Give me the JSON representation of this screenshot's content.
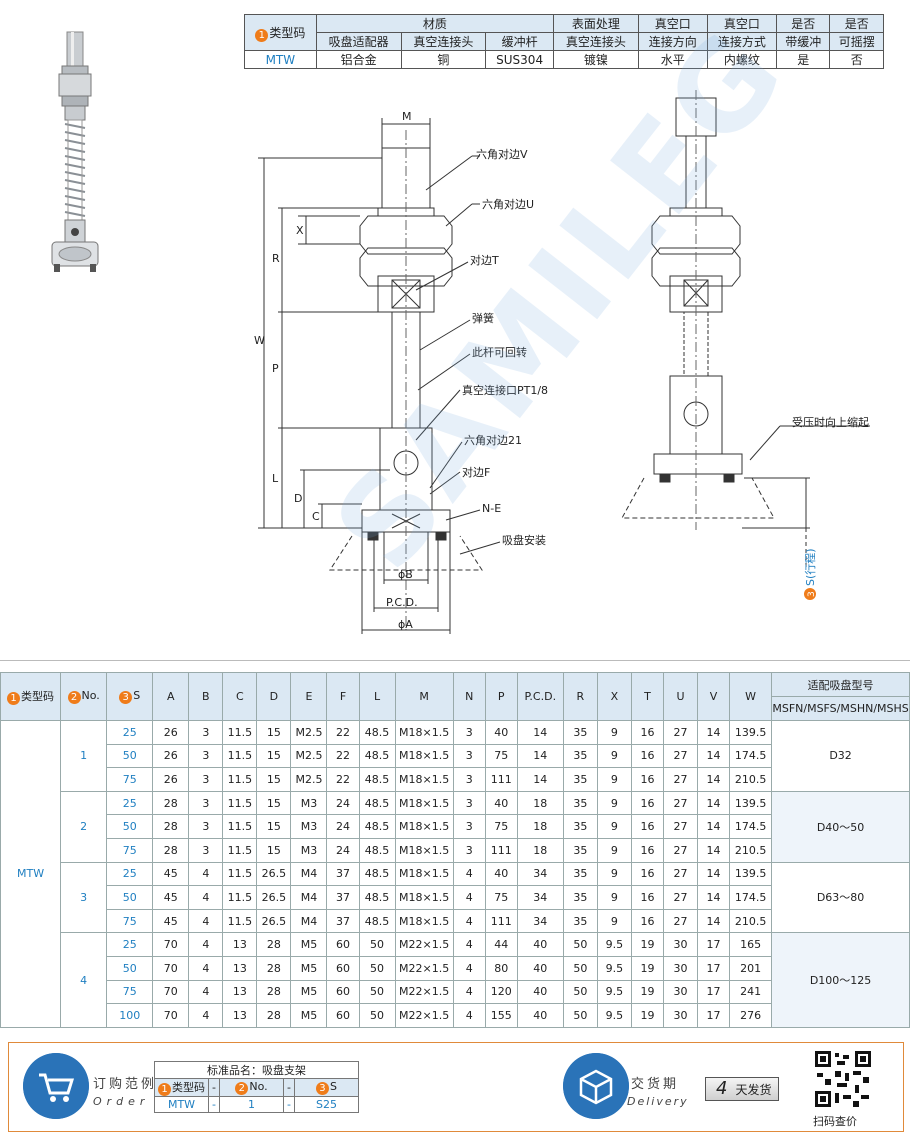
{
  "spec_table": {
    "header_row1": [
      "类型码",
      "材质",
      "表面处理",
      "真空口",
      "真空口",
      "是否",
      "是否"
    ],
    "header_row2": [
      "吸盘适配器",
      "真空连接头",
      "缓冲杆",
      "真空连接头",
      "连接方向",
      "连接方式",
      "带缓冲",
      "可摇摆"
    ],
    "badge": "1",
    "values": [
      "MTW",
      "铝合金",
      "铜",
      "SUS304",
      "镀镍",
      "水平",
      "内螺纹",
      "是",
      "否"
    ]
  },
  "drawing": {
    "labels": {
      "M": "M",
      "X": "X",
      "R": "R",
      "W": "W",
      "P": "P",
      "L": "L",
      "D": "D",
      "C": "C",
      "hexV": "六角对边V",
      "hexU": "六角对边U",
      "sideT": "对边T",
      "spring": "弹簧",
      "rotate": "此杆可回转",
      "vacuum": "真空连接口PT1/8",
      "hex21": "六角对边21",
      "sideF": "对边F",
      "NE": "N-E",
      "cup": "吸盘安装",
      "phiB": "ϕB",
      "pcd": "P.C.D.",
      "phiA": "ϕA",
      "shrink": "受压时向上缩起",
      "stroke_badge": "3",
      "stroke": "S(行程)"
    }
  },
  "data_table": {
    "headers": [
      "类型码",
      "No.",
      "S",
      "A",
      "B",
      "C",
      "D",
      "E",
      "F",
      "L",
      "M",
      "N",
      "P",
      "P.C.D.",
      "R",
      "X",
      "T",
      "U",
      "V",
      "W"
    ],
    "header_badges": [
      "1",
      "2",
      "3"
    ],
    "adapt_header_1": "适配吸盘型号",
    "adapt_header_2": "MSFN/MSFS/MSHN/MSHS",
    "type": "MTW",
    "groups": [
      {
        "no": "1",
        "adapt": "D32",
        "rows": [
          [
            "25",
            "26",
            "3",
            "11.5",
            "15",
            "M2.5",
            "22",
            "48.5",
            "M18×1.5",
            "3",
            "40",
            "14",
            "35",
            "9",
            "16",
            "27",
            "14",
            "139.5"
          ],
          [
            "50",
            "26",
            "3",
            "11.5",
            "15",
            "M2.5",
            "22",
            "48.5",
            "M18×1.5",
            "3",
            "75",
            "14",
            "35",
            "9",
            "16",
            "27",
            "14",
            "174.5"
          ],
          [
            "75",
            "26",
            "3",
            "11.5",
            "15",
            "M2.5",
            "22",
            "48.5",
            "M18×1.5",
            "3",
            "111",
            "14",
            "35",
            "9",
            "16",
            "27",
            "14",
            "210.5"
          ]
        ]
      },
      {
        "no": "2",
        "adapt": "D40～50",
        "rows": [
          [
            "25",
            "28",
            "3",
            "11.5",
            "15",
            "M3",
            "24",
            "48.5",
            "M18×1.5",
            "3",
            "40",
            "18",
            "35",
            "9",
            "16",
            "27",
            "14",
            "139.5"
          ],
          [
            "50",
            "28",
            "3",
            "11.5",
            "15",
            "M3",
            "24",
            "48.5",
            "M18×1.5",
            "3",
            "75",
            "18",
            "35",
            "9",
            "16",
            "27",
            "14",
            "174.5"
          ],
          [
            "75",
            "28",
            "3",
            "11.5",
            "15",
            "M3",
            "24",
            "48.5",
            "M18×1.5",
            "3",
            "111",
            "18",
            "35",
            "9",
            "16",
            "27",
            "14",
            "210.5"
          ]
        ]
      },
      {
        "no": "3",
        "adapt": "D63～80",
        "rows": [
          [
            "25",
            "45",
            "4",
            "11.5",
            "26.5",
            "M4",
            "37",
            "48.5",
            "M18×1.5",
            "4",
            "40",
            "34",
            "35",
            "9",
            "16",
            "27",
            "14",
            "139.5"
          ],
          [
            "50",
            "45",
            "4",
            "11.5",
            "26.5",
            "M4",
            "37",
            "48.5",
            "M18×1.5",
            "4",
            "75",
            "34",
            "35",
            "9",
            "16",
            "27",
            "14",
            "174.5"
          ],
          [
            "75",
            "45",
            "4",
            "11.5",
            "26.5",
            "M4",
            "37",
            "48.5",
            "M18×1.5",
            "4",
            "111",
            "34",
            "35",
            "9",
            "16",
            "27",
            "14",
            "210.5"
          ]
        ]
      },
      {
        "no": "4",
        "adapt": "D100～125",
        "rows": [
          [
            "25",
            "70",
            "4",
            "13",
            "28",
            "M5",
            "60",
            "50",
            "M22×1.5",
            "4",
            "44",
            "40",
            "50",
            "9.5",
            "19",
            "30",
            "17",
            "165"
          ],
          [
            "50",
            "70",
            "4",
            "13",
            "28",
            "M5",
            "60",
            "50",
            "M22×1.5",
            "4",
            "80",
            "40",
            "50",
            "9.5",
            "19",
            "30",
            "17",
            "201"
          ],
          [
            "75",
            "70",
            "4",
            "13",
            "28",
            "M5",
            "60",
            "50",
            "M22×1.5",
            "4",
            "120",
            "40",
            "50",
            "9.5",
            "19",
            "30",
            "17",
            "241"
          ],
          [
            "100",
            "70",
            "4",
            "13",
            "28",
            "M5",
            "60",
            "50",
            "M22×1.5",
            "4",
            "155",
            "40",
            "50",
            "9.5",
            "19",
            "30",
            "17",
            "276"
          ]
        ]
      }
    ]
  },
  "footer": {
    "order_cn": "订购范例",
    "order_en": "Order",
    "std_name": "标准品名：吸盘支架",
    "order_headers": [
      "类型码",
      "-",
      "No.",
      "-",
      "S"
    ],
    "order_badges": [
      "1",
      "2",
      "3"
    ],
    "order_values": [
      "MTW",
      "-",
      "1",
      "-",
      "S25"
    ],
    "delivery_cn": "交货期",
    "delivery_en": "Delivery",
    "days_num": "4",
    "days_text": "天发货",
    "qr_label": "扫码查价"
  },
  "watermark": "SAMILEG",
  "colors": {
    "accent_blue": "#1f7fc1",
    "header_bg": "#dbe8f3",
    "badge_orange": "#ef7c1a",
    "footer_border": "#e08a3a"
  }
}
